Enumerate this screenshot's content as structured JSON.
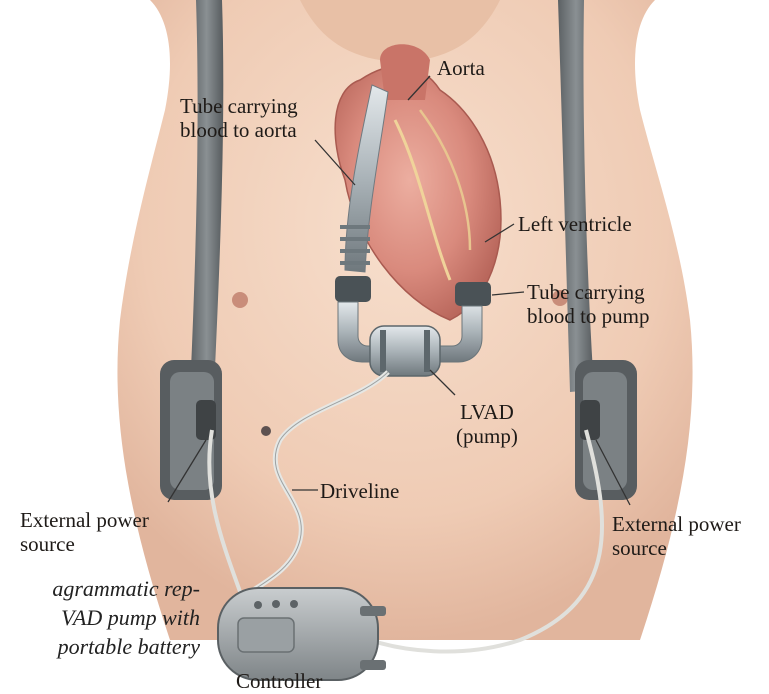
{
  "labels": {
    "aorta": "Aorta",
    "tube_to_aorta": [
      "Tube carrying",
      "blood to aorta"
    ],
    "left_ventricle": "Left ventricle",
    "tube_to_pump": [
      "Tube carrying",
      "blood to pump"
    ],
    "lvad": [
      "LVAD",
      "(pump)"
    ],
    "driveline": "Driveline",
    "power_left": [
      "External power",
      "source"
    ],
    "power_right": [
      "External power",
      "source"
    ],
    "controller": "Controller"
  },
  "caption": [
    "agrammatic rep-",
    "VAD pump with",
    "portable battery"
  ],
  "colors": {
    "skin": "#f3d3bd",
    "heart": "#d98a7d",
    "strap": "#6f7477",
    "metal": "#b9c2c7",
    "leader": "#333333"
  }
}
